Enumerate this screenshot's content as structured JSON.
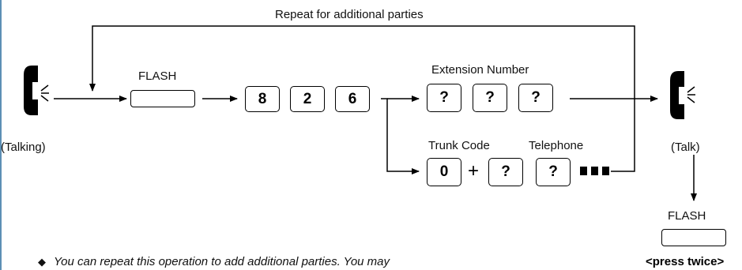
{
  "diagram": {
    "repeat_label": "Repeat for additional parties",
    "talking_label": "(Talking)",
    "talk_label": "(Talk)",
    "flash_label_1": "FLASH",
    "flash_label_2": "FLASH",
    "code_keys": [
      "8",
      "2",
      "6"
    ],
    "extension_label": "Extension Number",
    "extension_keys": [
      "?",
      "?",
      "?"
    ],
    "trunk_label": "Trunk Code",
    "telephone_label": "Telephone",
    "trunk_key": "0",
    "plus_sign": "+",
    "telephone_keys": [
      "?",
      "?"
    ],
    "press_label": "<press twice>",
    "note": "You can repeat this operation to add additional parties. You may",
    "note_bullet": "◆",
    "icons": [
      "handset-icon",
      "handset-icon"
    ]
  }
}
